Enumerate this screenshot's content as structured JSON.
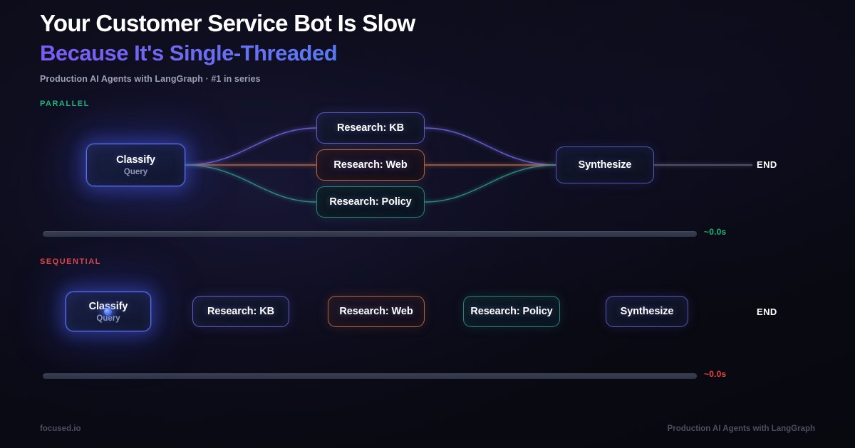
{
  "header": {
    "title_line1": "Your Customer Service Bot Is Slow",
    "title_line2": "Because It's Single-Threaded",
    "subtitle": "Production AI Agents with LangGraph · #1 in series",
    "accent_from": "#7b5cf5",
    "accent_to": "#4f83f6"
  },
  "parallel": {
    "label": "PARALLEL",
    "label_color": "#16b97f",
    "nodes": {
      "classify": {
        "title": "Classify",
        "sub": "Query",
        "color": "#5b6ff0"
      },
      "kb": {
        "title": "Research: KB",
        "color": "#6e69e1"
      },
      "web": {
        "title": "Research: Web",
        "color": "#ce7648"
      },
      "policy": {
        "title": "Research: Policy",
        "color": "#34968c"
      },
      "synth": {
        "title": "Synthesize",
        "color": "#6c69d7"
      }
    },
    "end_label": "END",
    "time": "~0.0s",
    "time_color": "#16b97f"
  },
  "sequential": {
    "label": "SEQUENTIAL",
    "label_color": "#e9443f",
    "nodes": {
      "classify": {
        "title": "Classify",
        "sub": "Query",
        "color": "#5b6ff0"
      },
      "kb": {
        "title": "Research: KB",
        "color": "#6e69e1"
      },
      "web": {
        "title": "Research: Web",
        "color": "#ce7648"
      },
      "policy": {
        "title": "Research: Policy",
        "color": "#34968c"
      },
      "synth": {
        "title": "Synthesize",
        "color": "#6c69d7"
      }
    },
    "end_label": "END",
    "time": "~0.0s",
    "time_color": "#e9443f"
  },
  "footer": {
    "left": "focused.io",
    "right": "Production AI Agents with LangGraph"
  }
}
